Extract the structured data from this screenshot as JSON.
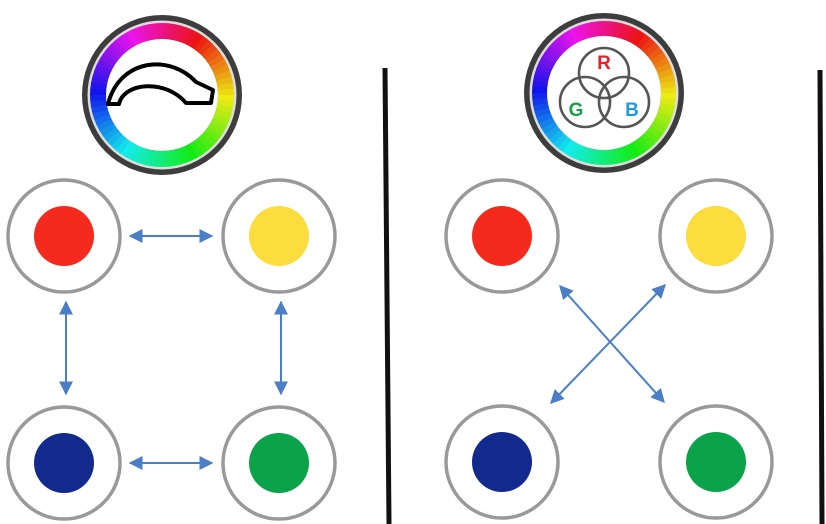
{
  "panels": [
    {
      "id": "hue-arc-panel",
      "badge_icon": "arc-icon",
      "arrows": "adjacent",
      "circles": [
        {
          "color_name": "red",
          "fill": "#f32a1c"
        },
        {
          "color_name": "yellow",
          "fill": "#fbdd3e"
        },
        {
          "color_name": "blue",
          "fill": "#122a8d"
        },
        {
          "color_name": "green",
          "fill": "#0ba34a"
        }
      ]
    },
    {
      "id": "rgb-panel",
      "badge_icon": "rgb-venn-icon",
      "arrows": "diagonal",
      "circles": [
        {
          "color_name": "red",
          "fill": "#f32a1c"
        },
        {
          "color_name": "yellow",
          "fill": "#fbdd3e"
        },
        {
          "color_name": "blue",
          "fill": "#122a8d"
        },
        {
          "color_name": "green",
          "fill": "#0ba34a"
        }
      ]
    }
  ],
  "rgb_badge": {
    "letter_r": "R",
    "letter_g": "G",
    "letter_b": "B",
    "color_r": "#e8202a",
    "color_g": "#1a9c4a",
    "color_b": "#1e9be0"
  },
  "colors": {
    "arrow": "#4a7ec6",
    "ring": "#999999",
    "badge_border": "#3d3d3d"
  }
}
